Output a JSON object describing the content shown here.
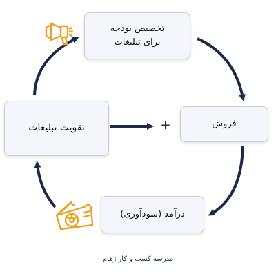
{
  "diagram": {
    "nodes": {
      "budget": "تخصیص بودجه\nبرای تبلیغات",
      "sales": "فروش",
      "income": "درآمد (سودآوری)",
      "boost": "تقویت تبلیغات"
    },
    "plus_sign": "+",
    "caption": "مدرسه کسب و کار ژهام"
  },
  "icons": {
    "megaphone": "megaphone-icon",
    "money_machine": "money-machine-icon"
  },
  "colors": {
    "arrow": "#1a2b4a",
    "icon": "#f0a020",
    "box_fill": "#f4f6fb",
    "box_border": "#c9ced8"
  }
}
